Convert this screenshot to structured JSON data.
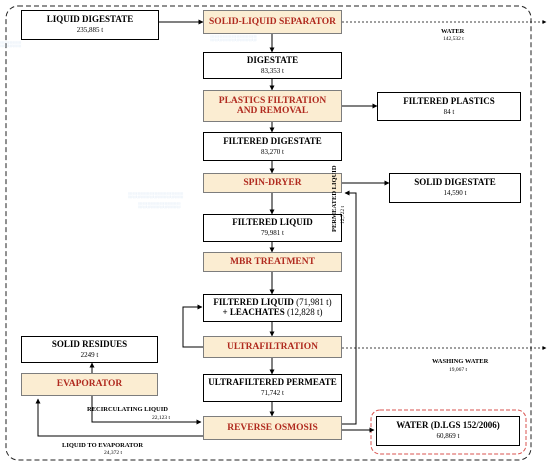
{
  "boxes": {
    "liquid_digestate": {
      "title": "LIQUID DIGESTATE",
      "value": "235,885 t"
    },
    "solid_liquid_separator": {
      "title": "SOLID-LIQUID SEPARATOR"
    },
    "digestate": {
      "title": "DIGESTATE",
      "value": "83,353 t"
    },
    "plastics_filtration": {
      "title_line1": "PLASTICS FILTRATION",
      "title_line2": "AND REMOVAL"
    },
    "filtered_plastics": {
      "title": "FILTERED PLASTICS",
      "value": "84 t"
    },
    "filtered_digestate": {
      "title": "FILTERED DIGESTATE",
      "value": "83,270 t"
    },
    "spin_dryer": {
      "title": "SPIN-DRYER"
    },
    "solid_digestate": {
      "title": "SOLID DIGESTATE",
      "value": "14,590 t"
    },
    "filtered_liquid": {
      "title": "FILTERED LIQUID",
      "value": "79,981 t"
    },
    "mbr_treatment": {
      "title": "MBR TREATMENT"
    },
    "filtered_liquid_leachates": {
      "line1_a": "FILTERED LIQUID ",
      "line1_b": "(71,981 t)",
      "line2_a": "+ LEACHATES ",
      "line2_b": "(12,828 t)"
    },
    "ultrafiltration": {
      "title": "ULTRAFILTRATION"
    },
    "solid_residues": {
      "title": "SOLID RESIDUES",
      "value": "2249 t"
    },
    "evaporator": {
      "title": "EVAPORATOR"
    },
    "ultrafiltered_permeate": {
      "title": "ULTRAFILTERED PERMEATE",
      "value": "71,742 t"
    },
    "reverse_osmosis": {
      "title": "REVERSE OSMOSIS"
    },
    "water_dlgs": {
      "title": "WATER (D.LGS 152/2006)",
      "value": "60,869 t"
    }
  },
  "flows": {
    "water": {
      "label": "WATER",
      "value": "142,532 t"
    },
    "washing_water": {
      "label": "WASHING WATER",
      "value": "19,067 t"
    },
    "permeated_liquid": {
      "label": "PERMEATED LIQUID",
      "value": "12,722 t"
    },
    "recirculating_liquid": {
      "label": "RECIRCULATING LIQUID",
      "value": "22,123 t"
    },
    "liquid_to_evaporator": {
      "label": "LIQUID TO EVAPORATOR",
      "value": "24,372 t"
    }
  },
  "colors": {
    "process_fill": "#fbedd2",
    "process_text": "#b02a1f",
    "highlight_border": "#d9534f"
  }
}
